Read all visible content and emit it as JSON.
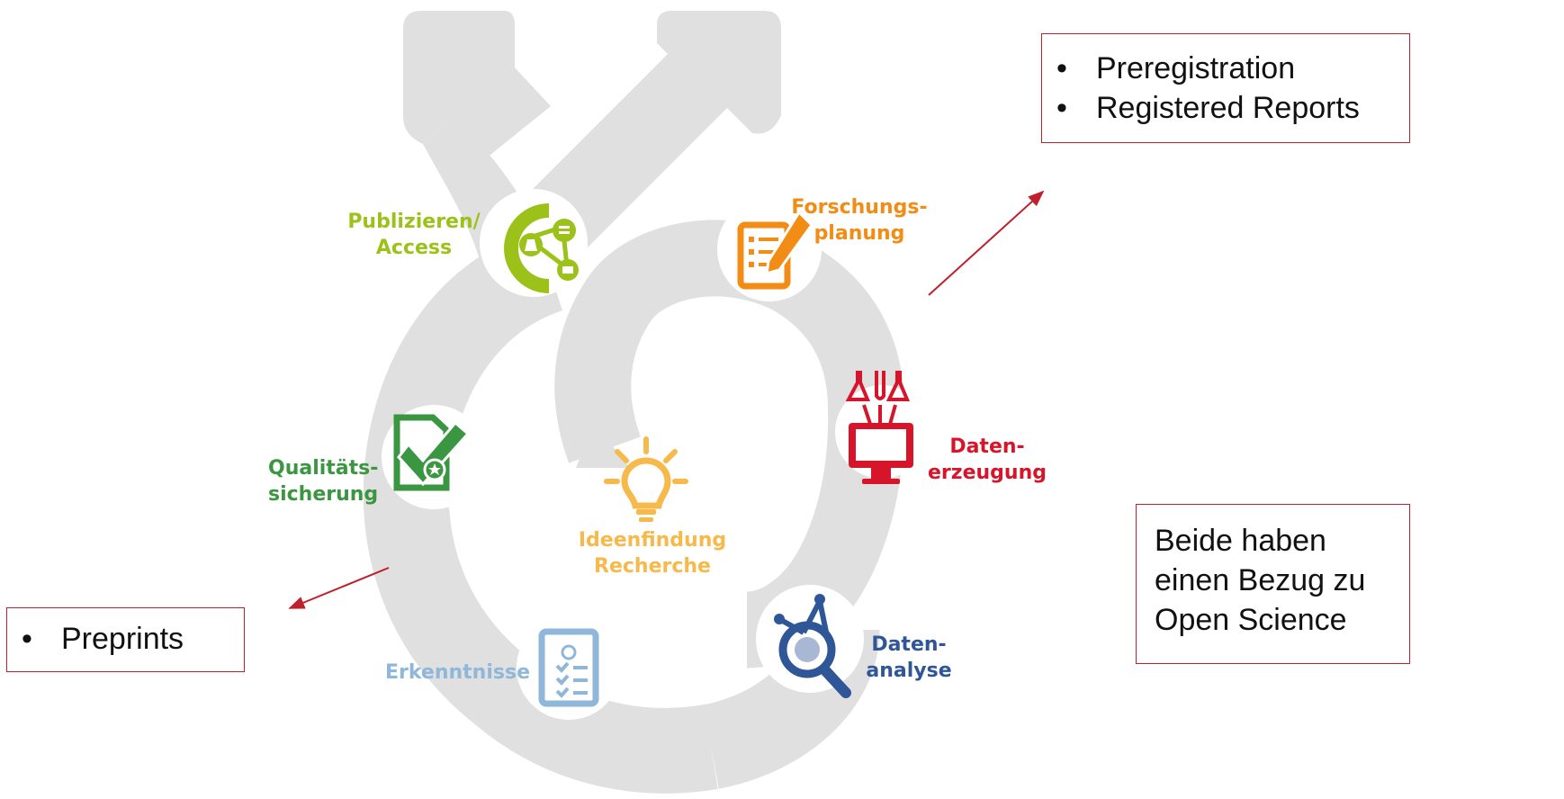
{
  "colors": {
    "cycle_grey": "#e0e0e0",
    "publizieren": "#9cc21a",
    "forschungsplanung": "#f28c14",
    "datenerzeugung": "#d7152a",
    "datenanalyse": "#2f5797",
    "erkenntnisse": "#8fb7d9",
    "qualitaetssicherung": "#3a9640",
    "ideenfindung": "#f6b94a",
    "annotation_red": "#c0202b"
  },
  "stages": {
    "publizieren": {
      "label": "Publizieren/\nAccess",
      "icon": "open-access-network-icon"
    },
    "forschungsplanung": {
      "label": "Forschungs-\nplanung",
      "icon": "checklist-pencil-icon"
    },
    "datenerzeugung": {
      "label": "Daten-\nerzeugung",
      "icon": "lab-monitor-icon"
    },
    "datenanalyse": {
      "label": "Daten-\nanalyse",
      "icon": "magnifier-graph-icon"
    },
    "erkenntnisse": {
      "label": "Erkenntnisse",
      "icon": "idea-checklist-icon"
    },
    "qualitaetssicherung": {
      "label": "Qualitäts-\nsicherung",
      "icon": "document-check-icon"
    },
    "ideenfindung": {
      "label": "Ideenfindung\nRecherche",
      "icon": "lightbulb-icon"
    }
  },
  "annotations": {
    "top_box": {
      "bullet": "•",
      "items": [
        "Preregistration",
        "Registered Reports"
      ]
    },
    "left_box": {
      "bullet": "•",
      "items": [
        "Preprints"
      ]
    },
    "right_note": "Beide haben\neinen Bezug zu\nOpen Science"
  }
}
